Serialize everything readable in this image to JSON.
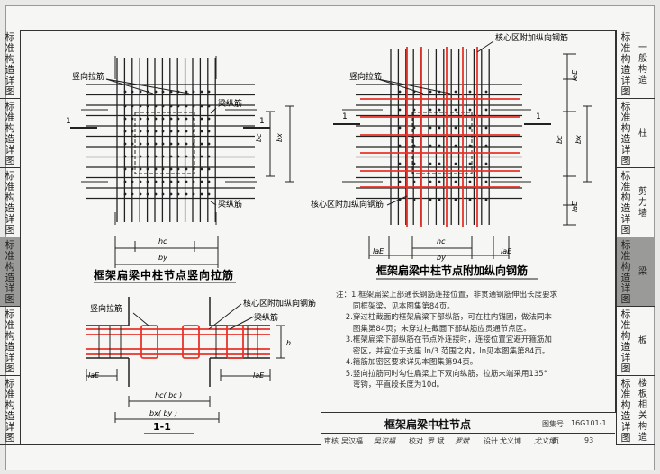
{
  "left_tabs": [
    {
      "text": "标准构造详图",
      "active": false
    },
    {
      "text": "标准构造详图",
      "active": false
    },
    {
      "text": "标准构造详图",
      "active": false
    },
    {
      "text": "标准构造详图",
      "active": true
    },
    {
      "text": "标准构造详图",
      "active": false
    },
    {
      "text": "标准构造详图",
      "active": false
    }
  ],
  "right_tabs": [
    {
      "main": "标准构造详图",
      "sub": "一般构造",
      "active": false
    },
    {
      "main": "标准构造详图",
      "sub": "柱",
      "active": false
    },
    {
      "main": "标准构造详图",
      "sub": "剪力墙",
      "active": false
    },
    {
      "main": "标准构造详图",
      "sub": "梁",
      "active": true
    },
    {
      "main": "标准构造详图",
      "sub": "板",
      "active": false
    },
    {
      "main": "标准构造详图",
      "sub": "楼板相关构造",
      "active": false
    }
  ],
  "diagram1": {
    "caption": "框架扁梁中柱节点竖向拉筋",
    "label_tie": "竖向拉筋",
    "label_long": "梁纵筋",
    "label_long2": "梁纵筋",
    "section_mark": "1",
    "dim_hc": "hc",
    "dim_by": "by",
    "dim_bc": "bc",
    "dim_bx": "bx"
  },
  "diagram2": {
    "caption": "框架扁梁中柱节点附加纵向钢筋",
    "label_top": "核心区附加纵向钢筋",
    "label_tie": "竖向拉筋",
    "label_core": "核心区附加纵向钢筋",
    "section_mark": "1",
    "dim_lae_left": "laE",
    "dim_hc": "hc",
    "dim_by": "by",
    "dim_lae_right": "laE",
    "dim_bc": "bc",
    "dim_bx": "bx",
    "dim_lae_top": "laE",
    "dim_lae_bottom": "laE"
  },
  "diagram3": {
    "caption": "1-1",
    "label_tie": "竖向拉筋",
    "label_core": "核心区附加纵向钢筋",
    "label_long": "梁纵筋",
    "dim_lae_left": "laE",
    "dim_lae_right": "laE",
    "dim_hc_bc": "hc( bc )",
    "dim_bx_by": "bx( by )",
    "dim_h": "h"
  },
  "notes": [
    "注：1.框架扁梁上部通长钢筋连接位置，非贯通钢筋伸出长度要求",
    "       同框架梁，见本图集第84页。",
    "    2.穿过柱截面的框架扁梁下部纵筋，可在柱内锚固，做法同本",
    "       图集第84页；未穿过柱截面下部纵筋应贯通节点区。",
    "    3.框架扁梁下部纵筋在节点外连接时，连接位置宜避开箍筋加",
    "       密区，并宜位于支座 ln/3 范围之内，ln见本图集第84页。",
    "    4.箍筋加密区要求详见本图集第94页。",
    "    5.竖向拉筋同时勾住扁梁上下双向纵筋，拉筋末端采用135°",
    "       弯钩，平直段长度为10d。"
  ],
  "title_block": {
    "title": "框架扁梁中柱节点",
    "atlas_label": "图集号",
    "atlas_no": "16G101-1",
    "review_label": "审核",
    "reviewer": "吴汉福",
    "reviewer_sig": "吴汉福",
    "check_label": "校对",
    "checker": "罗 斌",
    "checker_sig": "罗斌",
    "design_label": "设计",
    "designer": "尤义博",
    "designer_sig": "尤义博",
    "page_label": "页",
    "page_no": "93"
  },
  "colors": {
    "rebar_red": "#e8332a",
    "line": "#222222",
    "sheet": "#f6f6f4",
    "tab_gray": "#9a9a98"
  }
}
